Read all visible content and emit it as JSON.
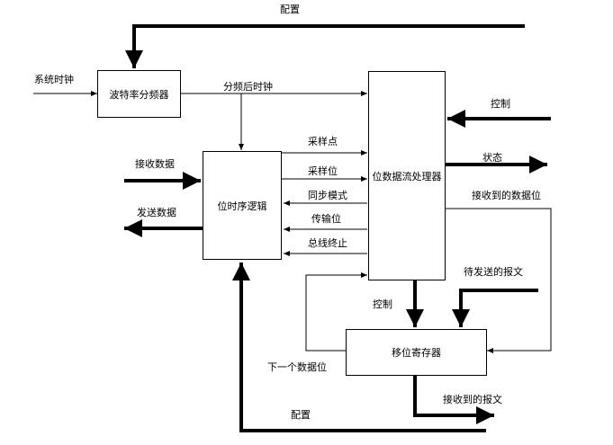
{
  "blocks": {
    "baud_divider": "波特率分频器",
    "bit_timing": "位时序逻辑",
    "bitstream_processor": "位数据流处理器",
    "shift_register": "移位寄存器"
  },
  "labels": {
    "config_top": "配置",
    "system_clock": "系统时钟",
    "divided_clock": "分频后时钟",
    "control_in": "控制",
    "status_out": "状态",
    "receive_data": "接收数据",
    "send_data": "发送数据",
    "sample_point": "采样点",
    "sample_bit": "采样位",
    "sync_mode": "同步模式",
    "transmit_bit": "传输位",
    "bus_terminate": "总线终止",
    "received_data_bit": "接收到的数据位",
    "pending_message": "待发送的报文",
    "control_shift": "控制",
    "next_data_bit": "下一个数据位",
    "received_message": "接收到的报文",
    "config_bottom": "配置"
  }
}
